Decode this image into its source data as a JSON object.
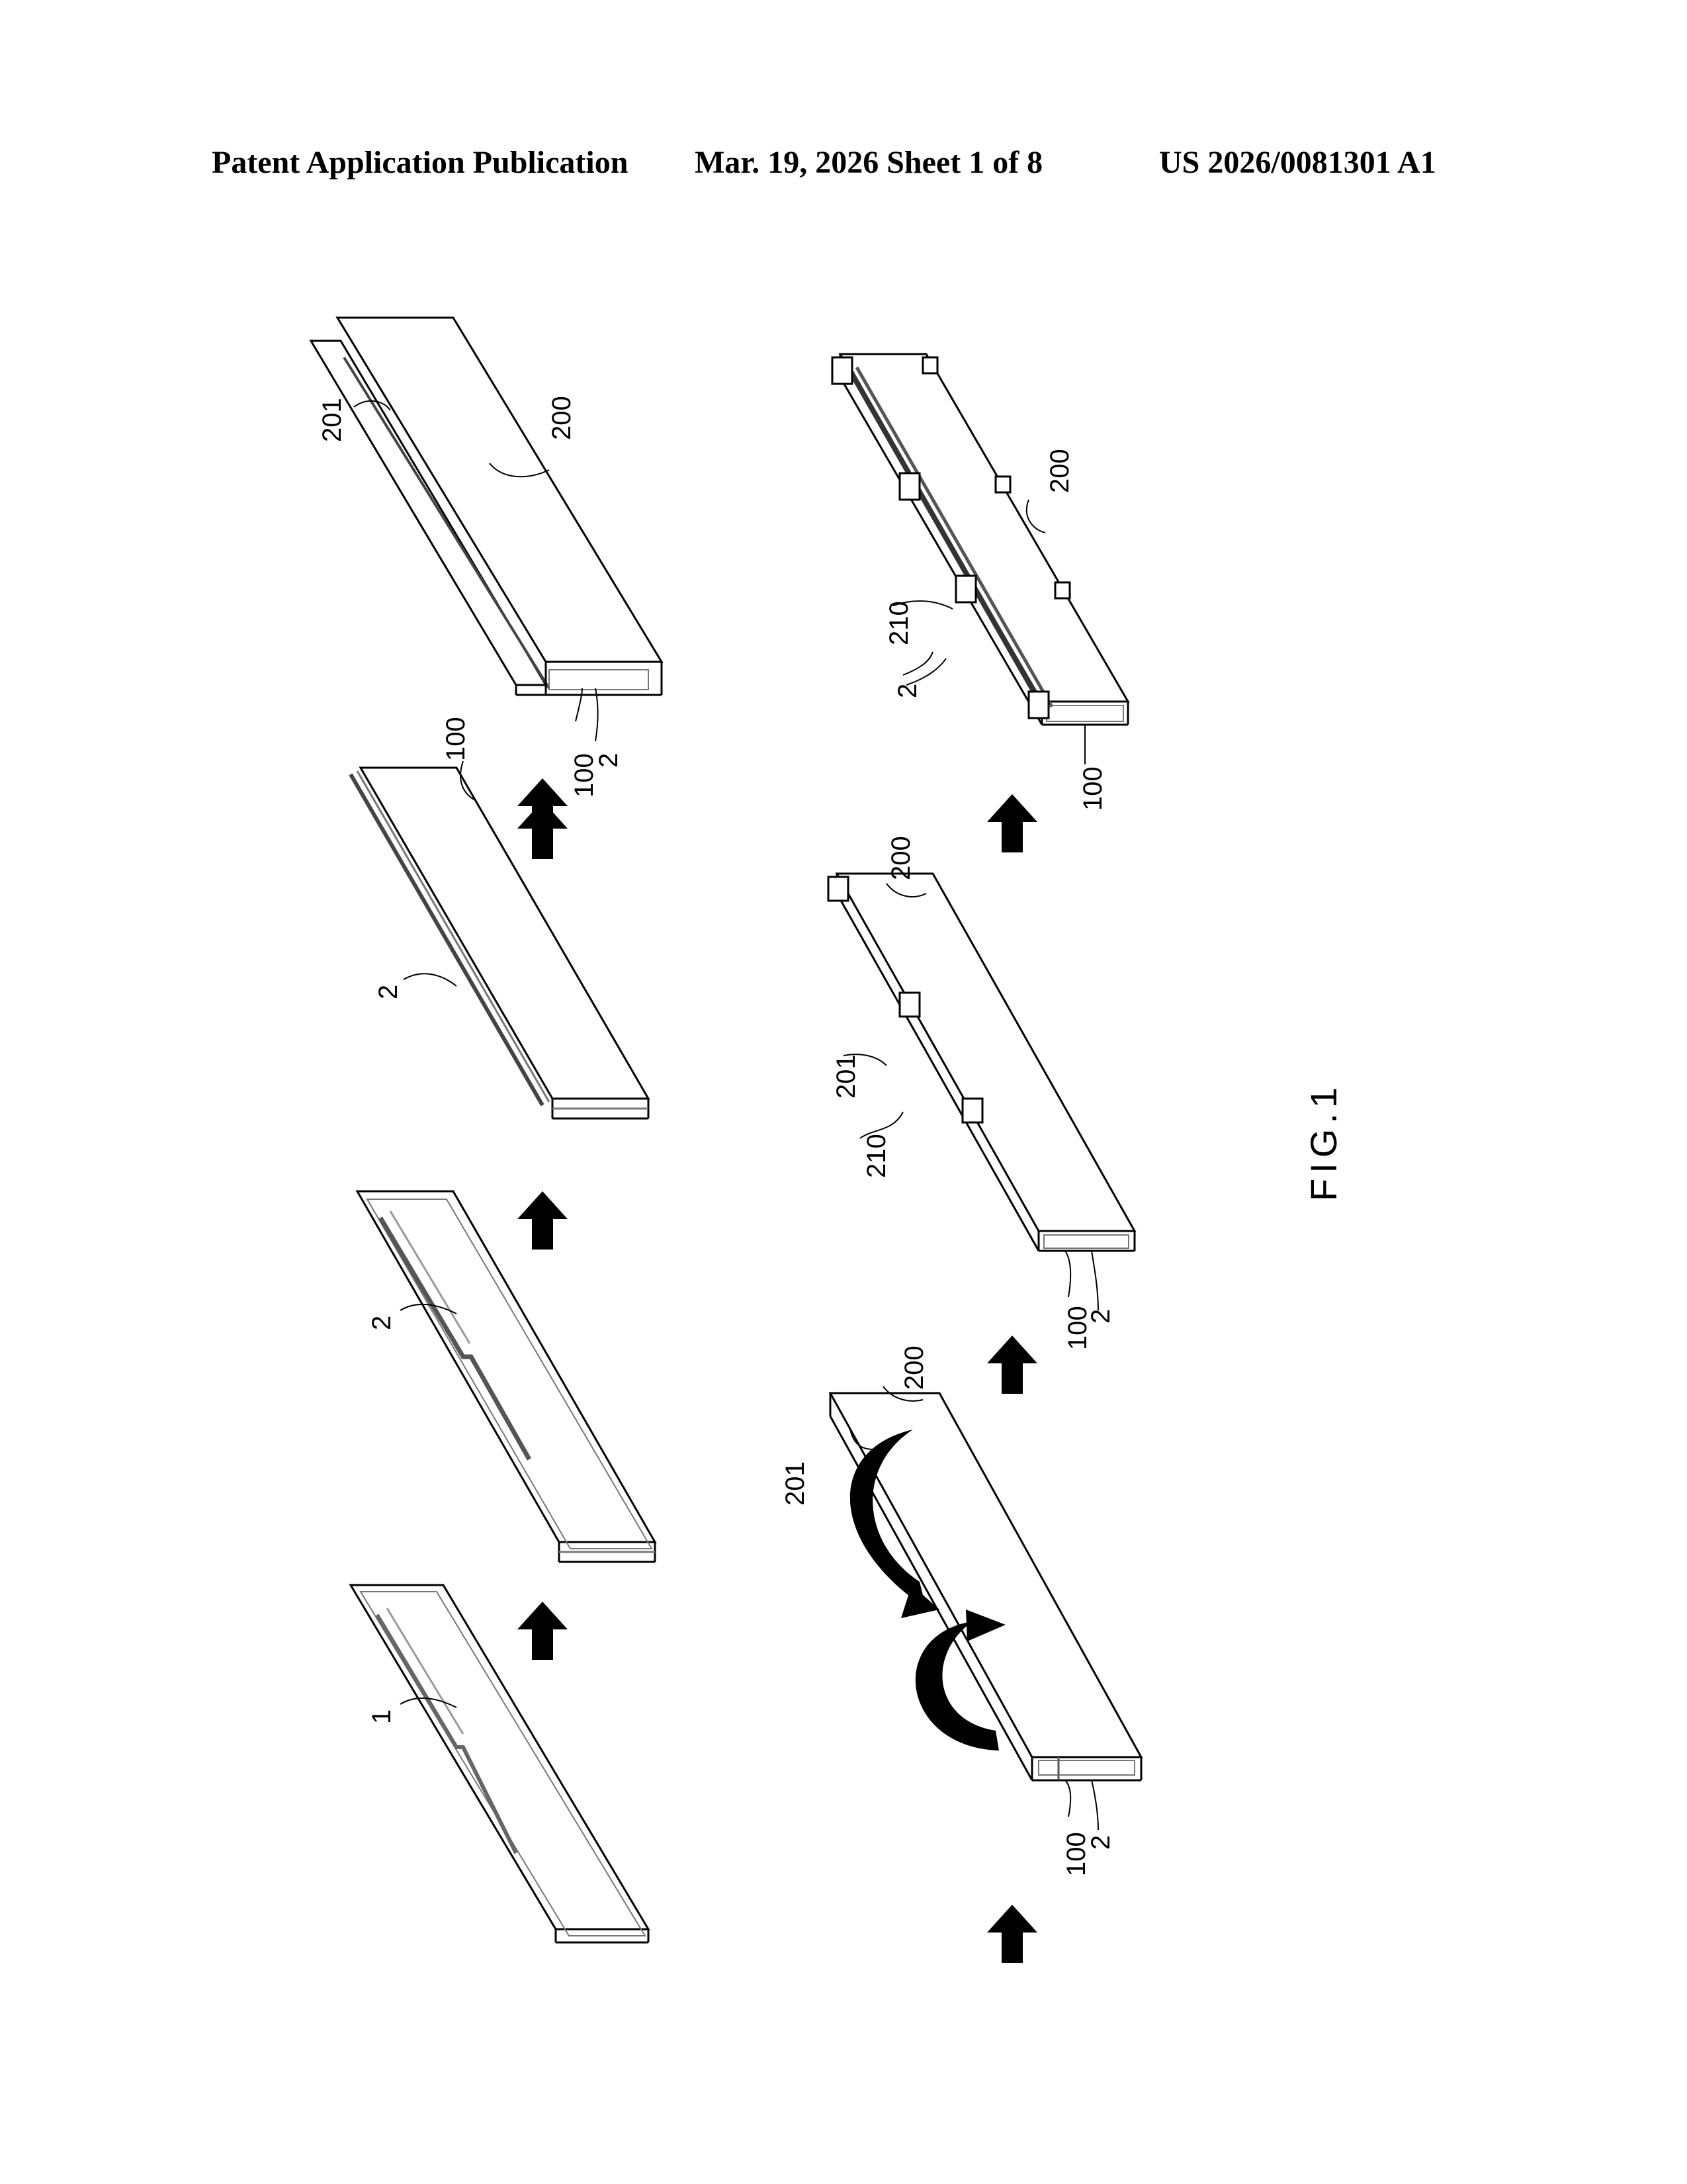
{
  "header": {
    "publication": "Patent Application Publication",
    "date_sheet": "Mar. 19, 2026  Sheet 1 of 8",
    "number": "US 2026/0081301 A1"
  },
  "figure": {
    "label": "FIG.1",
    "steps": [
      {
        "labels": [
          "1"
        ]
      },
      {
        "labels": [
          "2"
        ]
      },
      {
        "labels": [
          "2",
          "100"
        ]
      },
      {
        "labels": [
          "201",
          "200",
          "100",
          "2"
        ]
      },
      {
        "labels": [
          "201",
          "200",
          "100",
          "2"
        ]
      },
      {
        "labels": [
          "201",
          "210",
          "200",
          "100",
          "2"
        ]
      },
      {
        "labels": [
          "210",
          "2",
          "200",
          "100"
        ]
      }
    ]
  }
}
